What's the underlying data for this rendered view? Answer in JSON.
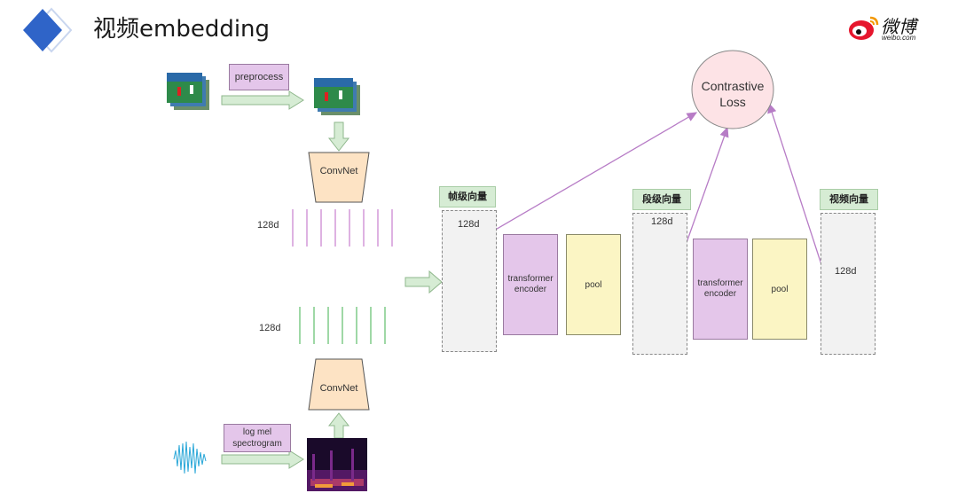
{
  "header": {
    "title": "视频embedding",
    "logo_text": "微博",
    "logo_sub": "weibo.com"
  },
  "diagram": {
    "video_preprocess": "preprocess",
    "convnet_top": "ConvNet",
    "convnet_bottom": "ConvNet",
    "dim_video": "128d",
    "dim_audio": "128d",
    "audio_preprocess_line1": "log mel",
    "audio_preprocess_line2": "spectrogram",
    "frame_vector": {
      "tag": "帧级向量",
      "dim": "128d"
    },
    "segment_vector": {
      "tag": "段级向量",
      "dim": "128d"
    },
    "video_vector": {
      "tag": "视频向量",
      "dim": "128d"
    },
    "transformer_1": {
      "line1": "transformer",
      "line2": "encoder"
    },
    "transformer_2": {
      "line1": "transformer",
      "line2": "encoder"
    },
    "pool_1": "pool",
    "pool_2": "pool",
    "loss_line1": "Contrastive",
    "loss_line2": "Loss"
  },
  "colors": {
    "brand_blue": "#2f64c8",
    "purple_lines": "#c97fce",
    "green_lines": "#5fbf6a",
    "red_lines": "#e0453a",
    "arrow_purple": "#b77cc6"
  }
}
